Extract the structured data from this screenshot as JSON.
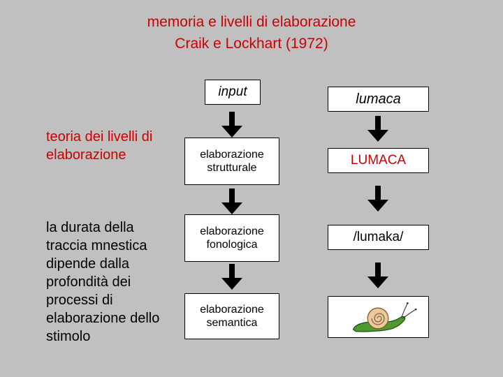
{
  "title": {
    "line1": "memoria e livelli di elaborazione",
    "line2": "Craik e Lockhart (1972)"
  },
  "left": {
    "heading": "teoria dei livelli di elaborazione",
    "description": "la durata della traccia mnestica dipende dalla profondità dei processi di elaborazione dello stimolo"
  },
  "levels": {
    "input": "input",
    "structural": "elaborazione strutturale",
    "phonological": "elaborazione fonologica",
    "semantic": "elaborazione semantica"
  },
  "example": {
    "input": "lumaca",
    "structural": "LUMACA",
    "phonological": "/lumaka/",
    "semantic_image": "snail-illustration"
  },
  "colors": {
    "background": "#c0c0c0",
    "accent_red": "#cc0000",
    "box_fill": "#ffffff",
    "arrow": "#000000"
  }
}
